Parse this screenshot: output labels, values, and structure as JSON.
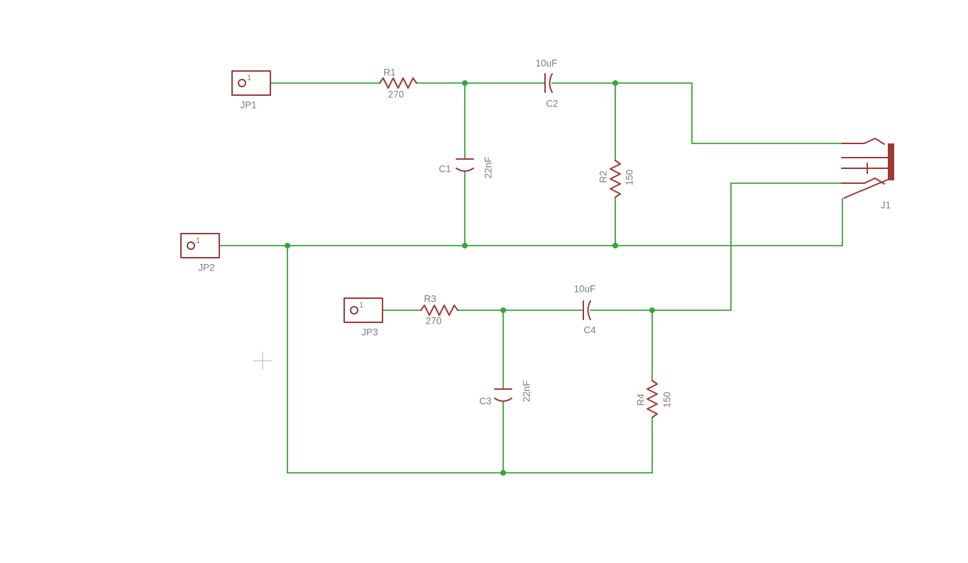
{
  "canvas": {
    "background": "#ffffff"
  },
  "colors": {
    "wire": "#3aa43a",
    "symbol": "#9e3939",
    "text": "#7e7e7e",
    "cursor": "#b3b3b3"
  },
  "schematic": {
    "components": {
      "jp1": {
        "name": "JP1",
        "pin": "1",
        "type": "connector-pad"
      },
      "jp2": {
        "name": "JP2",
        "pin": "1",
        "type": "connector-pad"
      },
      "jp3": {
        "name": "JP3",
        "pin": "1",
        "type": "connector-pad"
      },
      "r1": {
        "name": "R1",
        "value": "270",
        "type": "resistor"
      },
      "r2": {
        "name": "R2",
        "value": "150",
        "type": "resistor"
      },
      "r3": {
        "name": "R3",
        "value": "270",
        "type": "resistor"
      },
      "r4": {
        "name": "R4",
        "value": "150",
        "type": "resistor"
      },
      "c1": {
        "name": "C1",
        "value": "22nF",
        "type": "capacitor"
      },
      "c2": {
        "name": "C2",
        "value": "10uF",
        "type": "capacitor-polarized"
      },
      "c3": {
        "name": "C3",
        "value": "22nF",
        "type": "capacitor"
      },
      "c4": {
        "name": "C4",
        "value": "10uF",
        "type": "capacitor-polarized"
      },
      "j1": {
        "name": "J1",
        "type": "stereo-jack"
      }
    }
  }
}
